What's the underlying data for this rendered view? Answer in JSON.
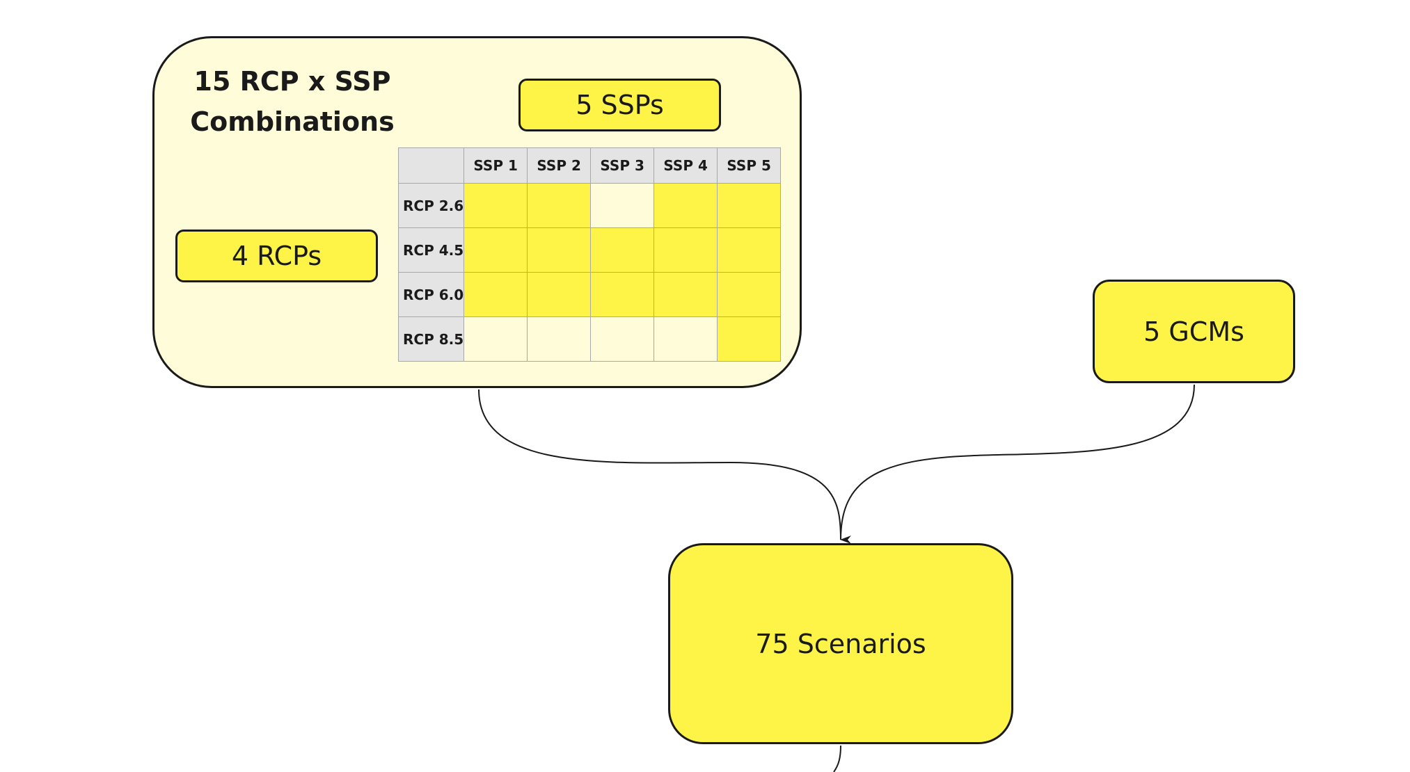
{
  "combinations_box": {
    "title": "15 RCP x SSP\nCombinations"
  },
  "ssps_label": "5 SSPs",
  "rcps_label": "4 RCPs",
  "gcms_label": "5 GCMs",
  "scenarios_label": "75 Scenarios",
  "matrix": {
    "columns": [
      "SSP 1",
      "SSP 2",
      "SSP 3",
      "SSP 4",
      "SSP 5"
    ],
    "rows": [
      {
        "label": "RCP 2.6",
        "cells": [
          true,
          true,
          false,
          true,
          true
        ]
      },
      {
        "label": "RCP 4.5",
        "cells": [
          true,
          true,
          true,
          true,
          true
        ]
      },
      {
        "label": "RCP 6.0",
        "cells": [
          true,
          true,
          true,
          true,
          true
        ]
      },
      {
        "label": "RCP 8.5",
        "cells": [
          false,
          false,
          false,
          false,
          true
        ]
      }
    ]
  },
  "colors": {
    "selected": "#fef447",
    "unselected": "#fffcd9",
    "header": "#e4e4e4",
    "outline": "#1a1a1a"
  }
}
